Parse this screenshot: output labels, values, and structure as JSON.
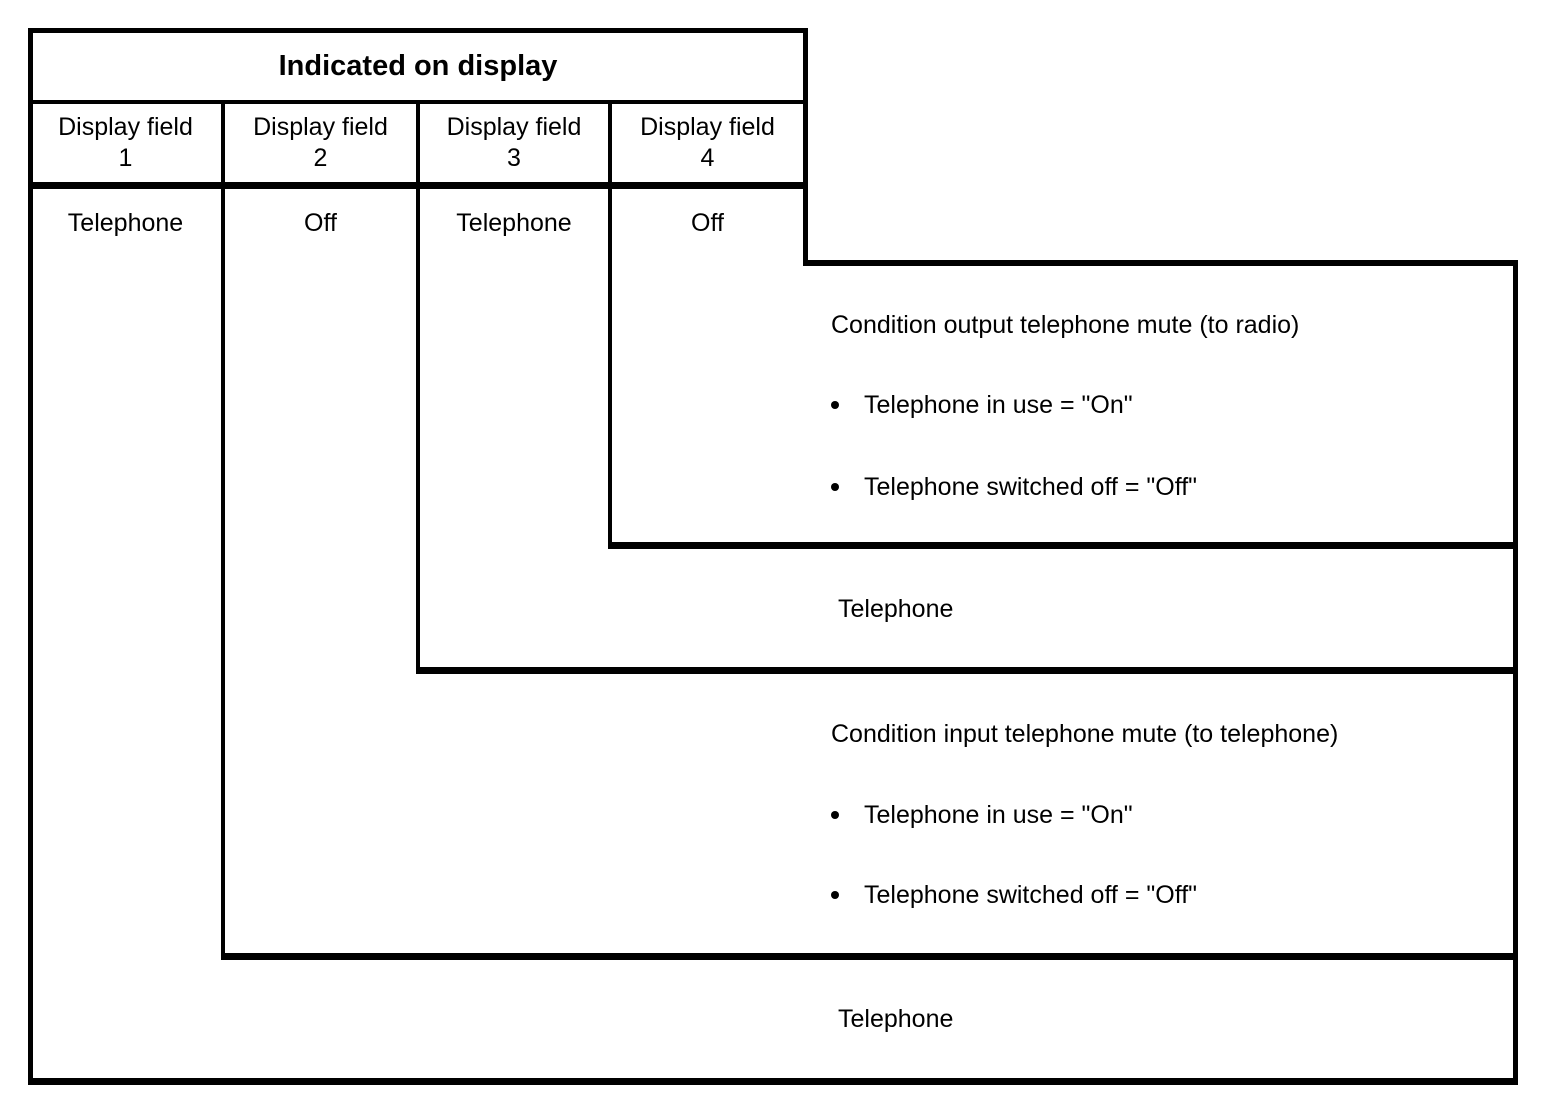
{
  "diagram": {
    "table": {
      "title": "Indicated on display",
      "columns": [
        {
          "label_line1": "Display field",
          "label_line2": "1",
          "value": "Telephone"
        },
        {
          "label_line1": "Display field",
          "label_line2": "2",
          "value": "Off"
        },
        {
          "label_line1": "Display field",
          "label_line2": "3",
          "value": "Telephone"
        },
        {
          "label_line1": "Display field",
          "label_line2": "4",
          "value": "Off"
        }
      ]
    },
    "callouts": {
      "display_field_4": {
        "title": "Condition output telephone mute (to radio)",
        "bullets": [
          "Telephone in use = \"On\"",
          "Telephone switched off = \"Off\""
        ]
      },
      "display_field_3": {
        "title": "Telephone"
      },
      "display_field_2": {
        "title": "Condition input telephone mute (to telephone)",
        "bullets": [
          "Telephone in use = \"On\"",
          "Telephone switched off = \"Off\""
        ]
      },
      "display_field_1": {
        "title": "Telephone"
      }
    },
    "colors": {
      "line": "#000000",
      "text": "#000000",
      "background": "#ffffff"
    }
  }
}
